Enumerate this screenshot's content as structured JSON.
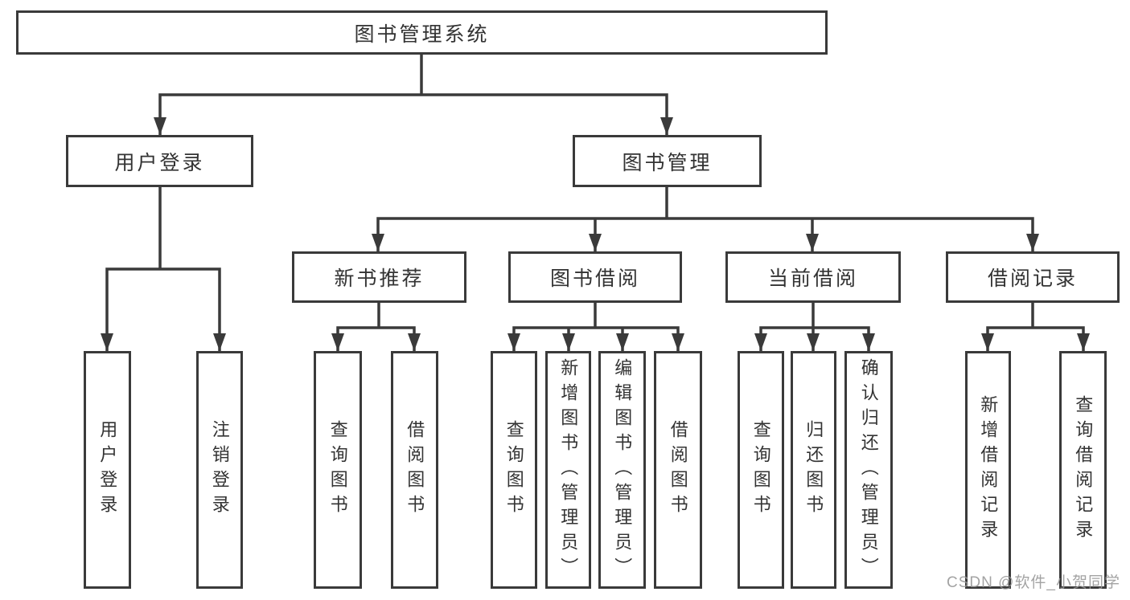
{
  "diagram": {
    "root": "图书管理系统",
    "level2": [
      {
        "label": "用户登录",
        "children": [
          "用户登录",
          "注销登录"
        ]
      },
      {
        "label": "图书管理",
        "groups": [
          {
            "label": "新书推荐",
            "children": [
              "查询图书",
              "借阅图书"
            ]
          },
          {
            "label": "图书借阅",
            "children": [
              "查询图书",
              "新增图书（管理员）",
              "编辑图书（管理员）",
              "借阅图书"
            ]
          },
          {
            "label": "当前借阅",
            "children": [
              "查询图书",
              "归还图书",
              "确认归还（管理员）"
            ]
          },
          {
            "label": "借阅记录",
            "children": [
              "新增借阅记录",
              "查询借阅记录"
            ]
          }
        ]
      }
    ],
    "line_color": "#3a3a3a",
    "text_color": "#333333"
  },
  "watermark": {
    "text": "CSDN @软件_小贺同学",
    "color": "#969696"
  }
}
